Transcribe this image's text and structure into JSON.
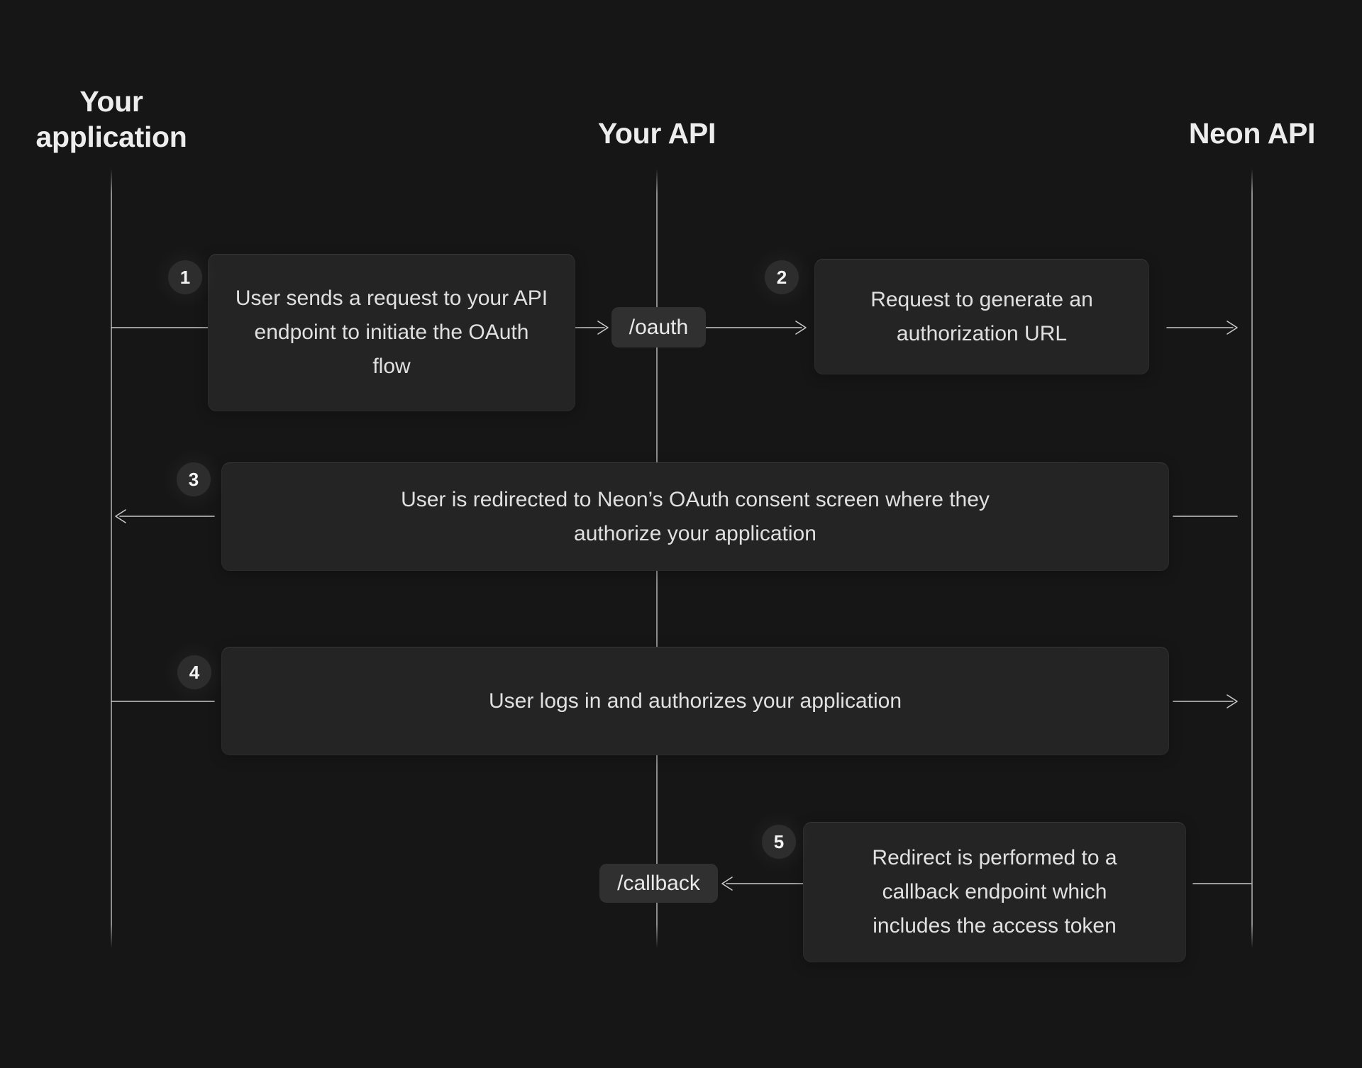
{
  "lanes": [
    {
      "label": "Your application"
    },
    {
      "label": "Your API"
    },
    {
      "label": "Neon API"
    }
  ],
  "steps": [
    {
      "number": "1",
      "text": "User sends a request to your API endpoint to initiate the OAuth flow"
    },
    {
      "number": "2",
      "text": "Request to generate an authorization URL"
    },
    {
      "number": "3",
      "text": "User is redirected to Neon’s OAuth consent screen where they authorize your application"
    },
    {
      "number": "4",
      "text": "User logs in and authorizes your application"
    },
    {
      "number": "5",
      "text": "Redirect is performed to a callback endpoint which includes the access token"
    }
  ],
  "endpoints": [
    {
      "label": "/oauth"
    },
    {
      "label": "/callback"
    }
  ],
  "colors": {
    "background": "#161616",
    "panel": "#242424",
    "pill": "#303030",
    "lifeline": "#9a9a9a",
    "arrow": "#c9c9c9",
    "text": "#e0e0e0",
    "heading": "#ededed"
  }
}
